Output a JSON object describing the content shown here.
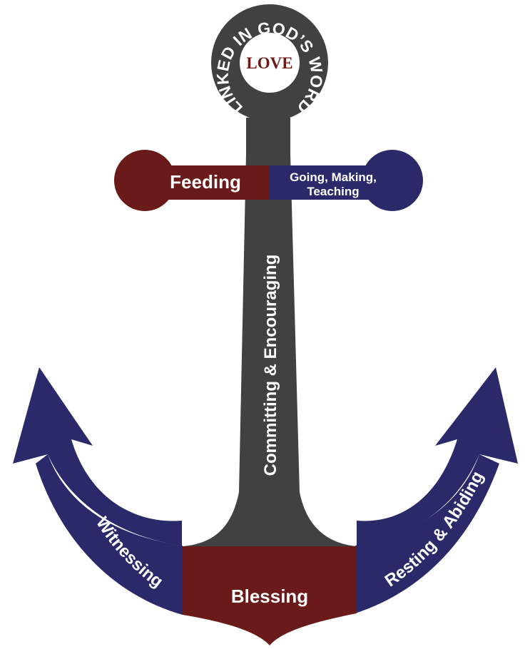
{
  "ring": {
    "text": "LINKED IN GOD’S WORD",
    "center_label": "LOVE"
  },
  "crossbar": {
    "left_label": "Feeding",
    "right_label_line1": "Going, Making,",
    "right_label_line2": "Teaching"
  },
  "shank": {
    "label": "Committing & Encouraging"
  },
  "arms": {
    "left_label": "Witnessing",
    "right_label": "Resting & Abiding"
  },
  "crown": {
    "label": "Blessing"
  },
  "colors": {
    "maroon": "#6b1a1a",
    "navy": "#2a2a6b",
    "charcoal": "#414141",
    "love_text": "#6b1a1a",
    "background": "#ffffff"
  }
}
